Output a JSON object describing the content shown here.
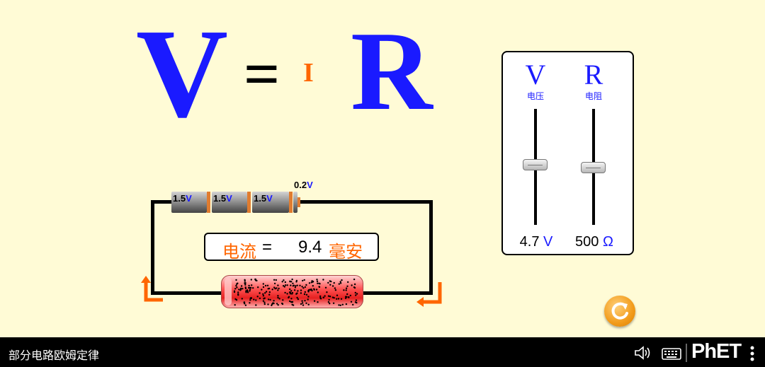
{
  "equation": {
    "v": "V",
    "equals": "=",
    "i": "I",
    "r": "R"
  },
  "panel": {
    "voltage": {
      "symbol": "V",
      "label": "电压",
      "value": "4.7",
      "unit": "V",
      "level": 0.5
    },
    "resistance": {
      "symbol": "R",
      "label": "电阻",
      "value": "500",
      "unit": "Ω",
      "level": 0.5
    }
  },
  "circuit": {
    "batteries": [
      {
        "value": "1.5",
        "unit": "V"
      },
      {
        "value": "1.5",
        "unit": "V"
      },
      {
        "value": "1.5",
        "unit": "V"
      },
      {
        "value": "0.2",
        "unit": "V"
      }
    ],
    "current": {
      "label": "电流",
      "equals": "=",
      "value": "9.4",
      "unit": "毫安"
    }
  },
  "colors": {
    "blue": "#1a1aff",
    "orange": "#ff6600",
    "background": "#fffbd6"
  },
  "footer": {
    "title": "部分电路欧姆定律",
    "logo": "PhET"
  }
}
